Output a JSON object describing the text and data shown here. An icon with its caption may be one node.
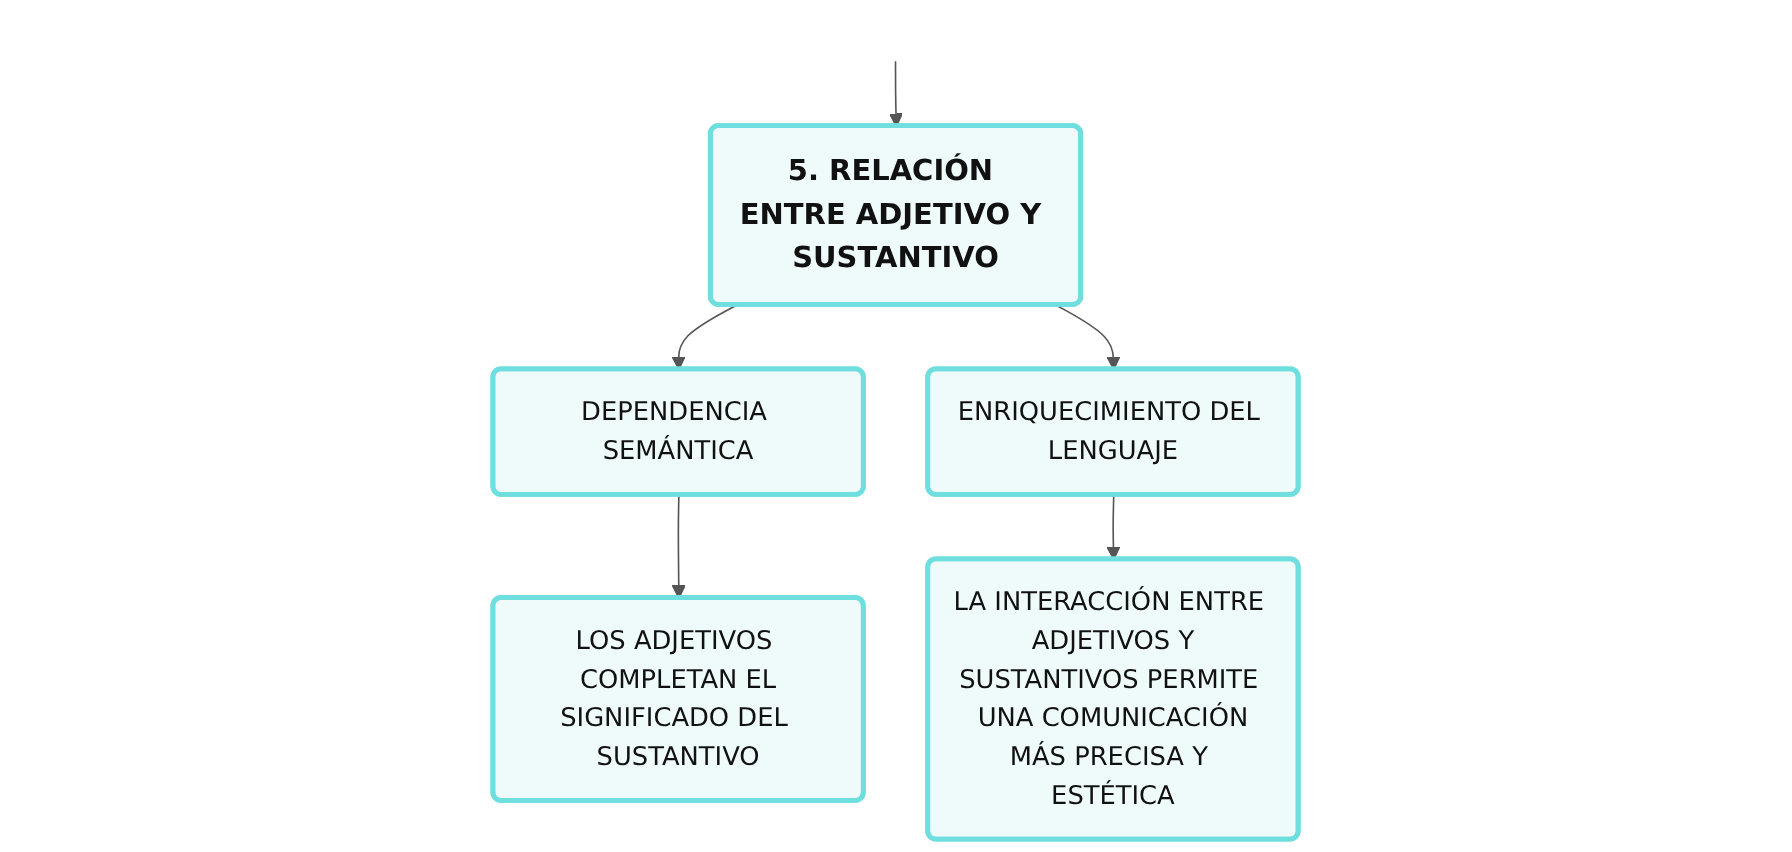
{
  "diagram": {
    "nodes": [
      {
        "text": [
          "5. RELACIÓN ENTRE ADJETIVO Y SUSTANTIVO"
        ]
      },
      {
        "text": [
          "DEPENDENCIA SEMÁNTICA"
        ]
      },
      {
        "text": [
          "ENRIQUECIMIENTO DEL LENGUAJE"
        ]
      },
      {
        "text": [
          "LOS ADJETIVOS COMPLETAN EL SIGNIFICADO DEL SUSTANTIVO"
        ]
      },
      {
        "text": [
          "LA INTERACCIÓN ENTRE ADJETIVOS Y SUSTANTIVOS PERMITE UNA COMUNICACIÓN MÁS PRECISA Y ESTÉTICA"
        ]
      }
    ],
    "edges": [
      {
        "from": null,
        "to": 0,
        "arrow": "to"
      },
      {
        "from": 0,
        "to": 1,
        "arrow": "to"
      },
      {
        "from": 0,
        "to": 2,
        "arrow": "to"
      },
      {
        "from": 1,
        "to": 3,
        "arrow": "to"
      },
      {
        "from": 2,
        "to": 4,
        "arrow": "to"
      }
    ]
  }
}
